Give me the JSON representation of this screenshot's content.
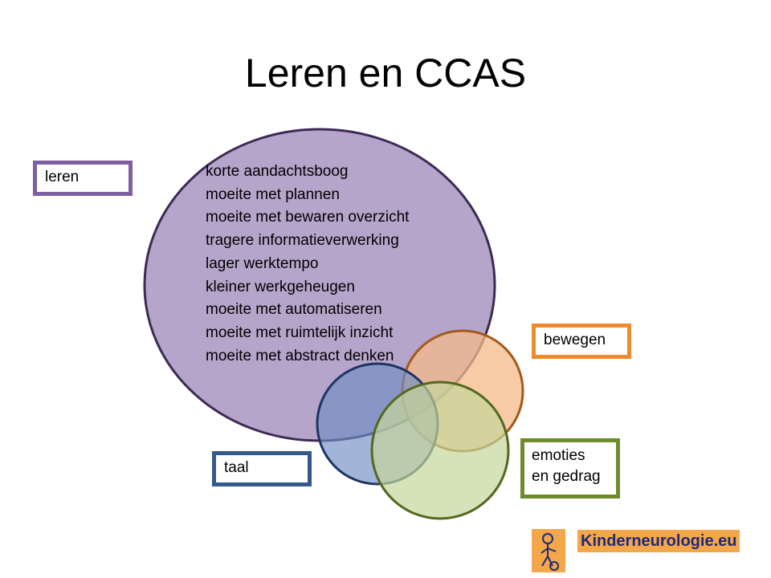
{
  "slide": {
    "title": "Leren en CCAS"
  },
  "circles": [
    {
      "name": "leren",
      "fill": "#b6a5cb",
      "stroke": "#3e2a55"
    },
    {
      "name": "bewegen",
      "fill": "#f6b98a",
      "stroke": "#a35a1a"
    },
    {
      "name": "taal",
      "fill": "#6f8ec4",
      "stroke": "#1f3460"
    },
    {
      "name": "emoties",
      "fill": "#c4d69a",
      "stroke": "#52691f"
    }
  ],
  "labels": {
    "leren": "leren",
    "bewegen": "bewegen",
    "taal": "taal",
    "emoties_line1": "emoties",
    "emoties_line2": "en gedrag"
  },
  "learning_items": [
    "korte aandachtsboog",
    "moeite met plannen",
    "moeite met bewaren overzicht",
    "tragere informatieverwerking",
    "lager werktempo",
    "kleiner werkgeheugen",
    "moeite met automatiseren",
    "moeite met ruimtelijk inzicht",
    "moeite met abstract denken"
  ],
  "logo": {
    "text": "Kinderneurologie.eu",
    "icon": "child-figure-icon",
    "accent": "#f4a64a",
    "text_color": "#1f2a7a"
  }
}
